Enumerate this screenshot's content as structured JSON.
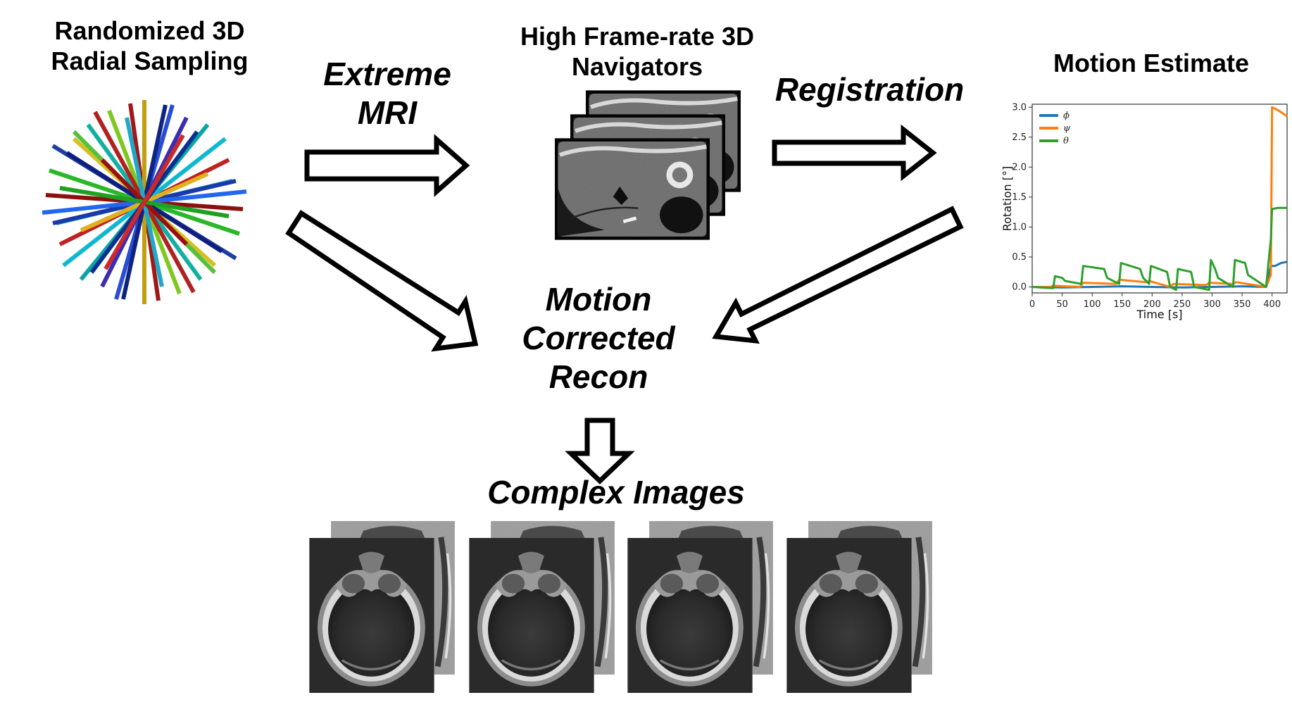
{
  "labels": {
    "radial": [
      "Randomized 3D",
      "Radial Sampling"
    ],
    "navigators": [
      "High Frame-rate 3D",
      "Navigators"
    ],
    "motion_estimate": "Motion Estimate",
    "extreme_mri": [
      "Extreme",
      "MRI"
    ],
    "registration": "Registration",
    "motion_corrected": [
      "Motion",
      "Corrected",
      "Recon"
    ],
    "complex_images": "Complex Images"
  },
  "chart_data": {
    "type": "line",
    "xlabel": "Time [s]",
    "ylabel": "Rotation [°]",
    "xlim": [
      0,
      425
    ],
    "ylim": [
      -0.1,
      3.05
    ],
    "xticks": [
      "0",
      "50",
      "100",
      "150",
      "200",
      "250",
      "300",
      "350",
      "400"
    ],
    "yticks": [
      "0.0",
      "0.5",
      "1.0",
      "1.5",
      "2.0",
      "2.5",
      "3.0"
    ],
    "legend_position": "top-left",
    "series": [
      {
        "name": "ϕ",
        "color": "#1f77b4",
        "x": [
          0,
          50,
          100,
          150,
          200,
          250,
          300,
          350,
          390,
          398,
          405,
          415,
          425
        ],
        "y": [
          0,
          -0.01,
          0.0,
          0.01,
          0.0,
          -0.01,
          0.0,
          0.01,
          0.0,
          0.35,
          0.35,
          0.4,
          0.42
        ]
      },
      {
        "name": "ψ",
        "color": "#ff7f0e",
        "x": [
          0,
          30,
          35,
          80,
          85,
          140,
          145,
          190,
          195,
          230,
          235,
          290,
          295,
          335,
          340,
          390,
          398,
          400,
          410,
          425
        ],
        "y": [
          0,
          0.0,
          0.02,
          0.0,
          0.07,
          0.05,
          0.12,
          0.08,
          0.1,
          0.0,
          0.05,
          0.03,
          0.07,
          0.05,
          0.08,
          0.0,
          0.2,
          3.0,
          2.95,
          2.85
        ]
      },
      {
        "name": "θ",
        "color": "#2ca02c",
        "x": [
          0,
          35,
          38,
          50,
          55,
          82,
          85,
          120,
          125,
          145,
          148,
          180,
          185,
          195,
          198,
          225,
          230,
          240,
          243,
          265,
          270,
          295,
          298,
          305,
          310,
          335,
          338,
          355,
          360,
          390,
          398,
          400,
          410,
          425
        ],
        "y": [
          0,
          -0.02,
          0.18,
          0.15,
          0.1,
          0.05,
          0.35,
          0.3,
          0.15,
          0.05,
          0.4,
          0.3,
          0.15,
          0.05,
          0.35,
          0.25,
          0.0,
          -0.05,
          0.3,
          0.25,
          0.0,
          -0.05,
          0.45,
          0.3,
          0.15,
          0.0,
          0.45,
          0.4,
          0.2,
          0.0,
          0.8,
          1.3,
          1.32,
          1.32
        ]
      }
    ]
  }
}
